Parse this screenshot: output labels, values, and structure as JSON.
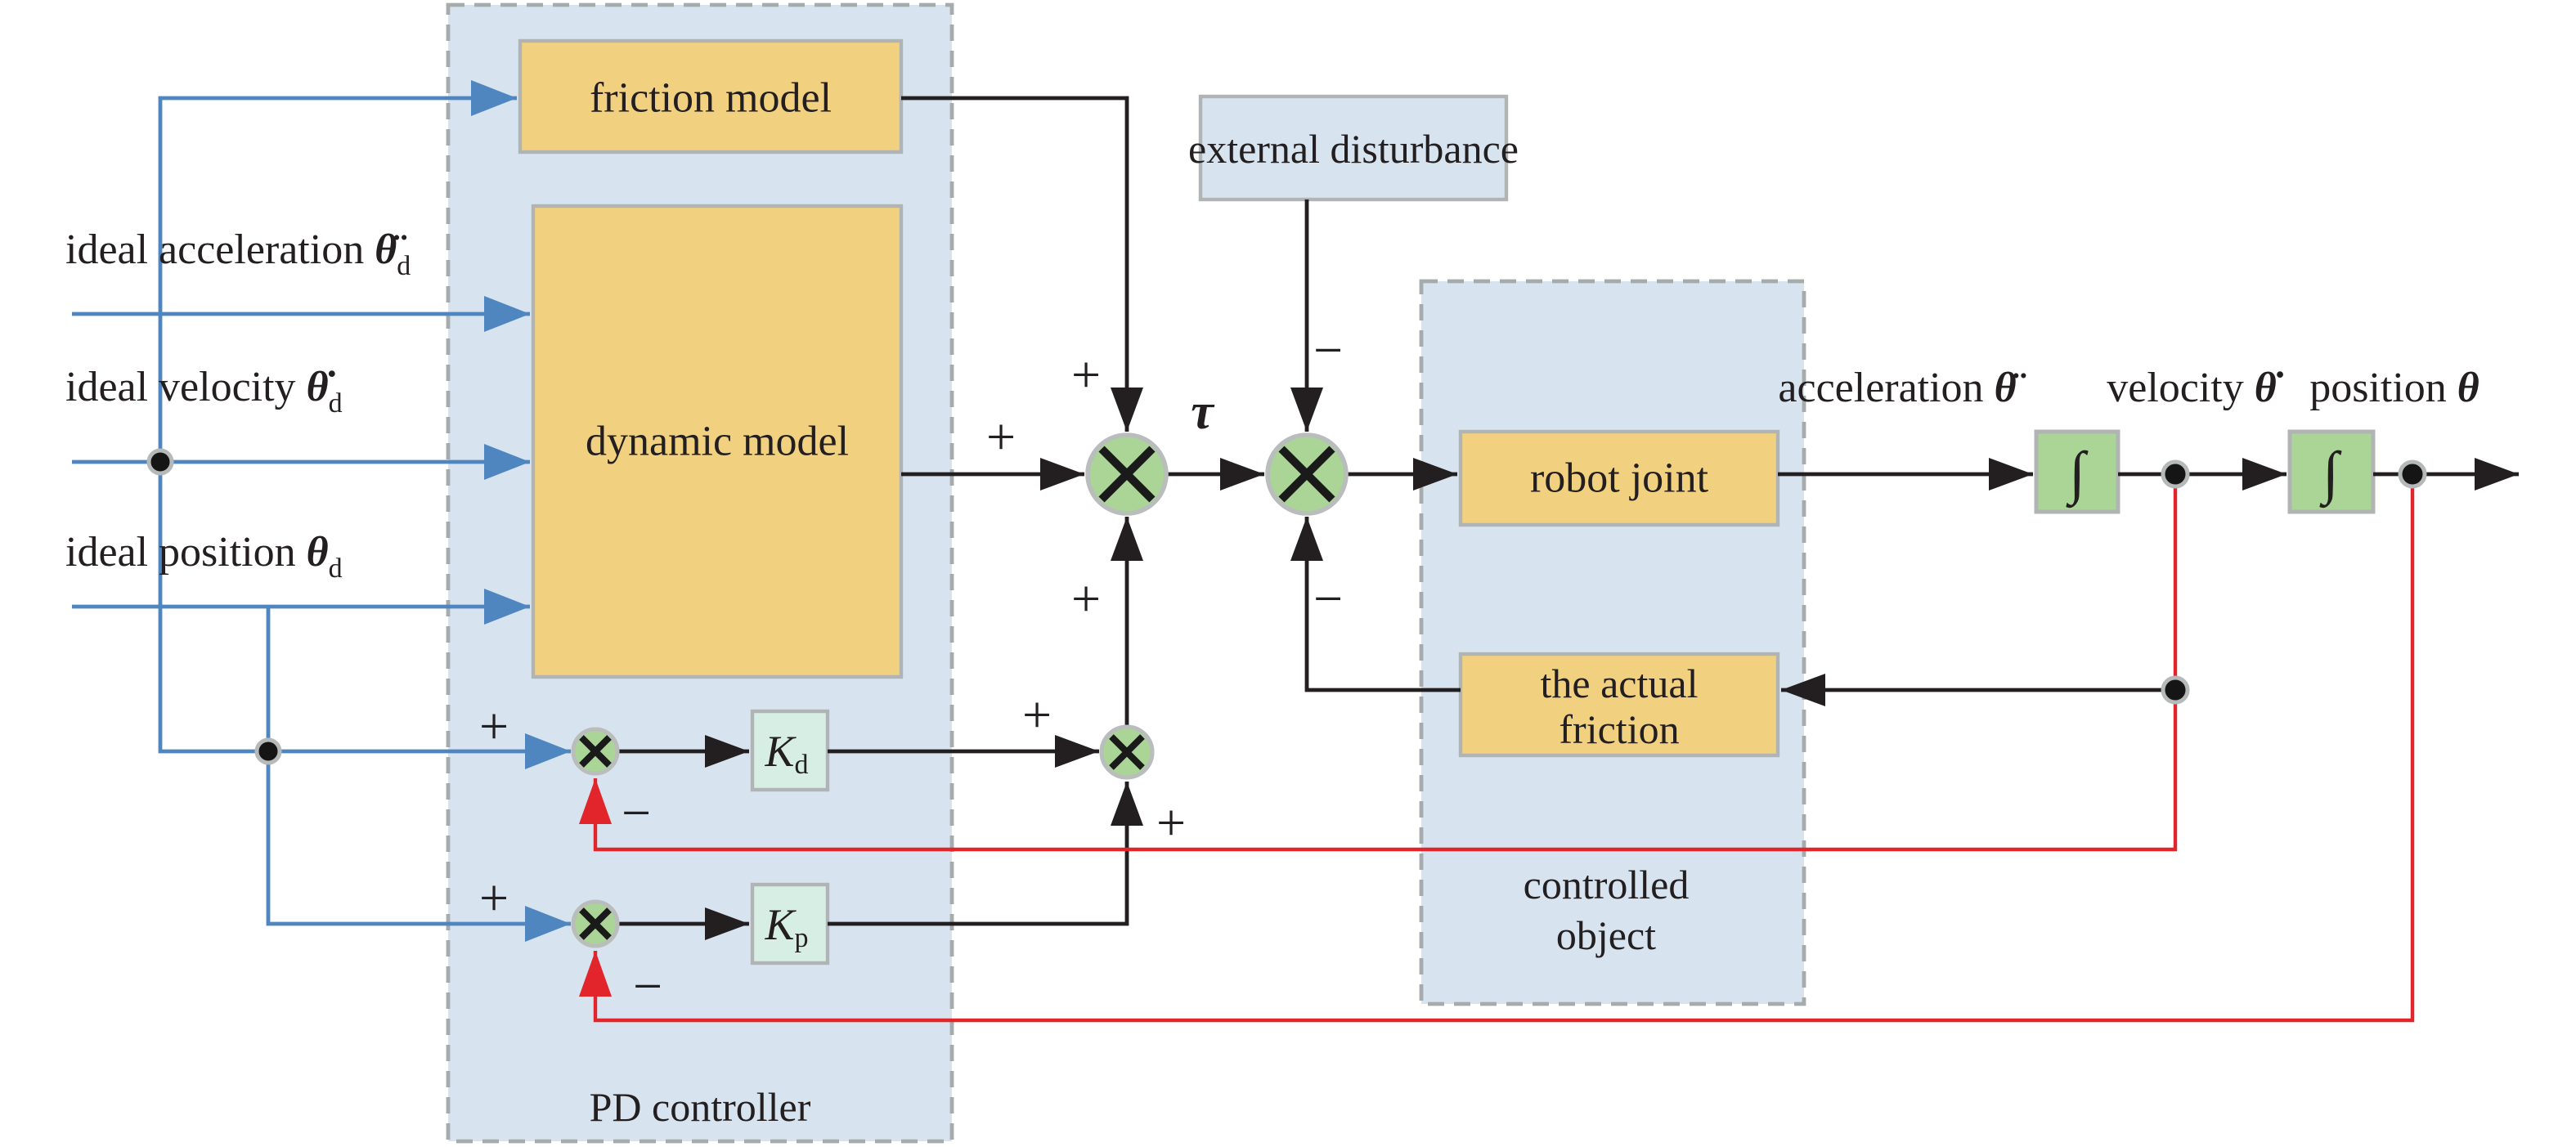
{
  "figure": {
    "title_hint": "PD controller with friction compensation block diagram",
    "torque_symbol": "τ",
    "integral_symbol": "∫",
    "plus": "+",
    "minus": "−"
  },
  "inputs": {
    "acceleration": {
      "text": "ideal acceleration ",
      "sym": "θ̈",
      "sub": "d"
    },
    "velocity": {
      "text": "ideal velocity ",
      "sym": "θ̇",
      "sub": "d"
    },
    "position": {
      "text": "ideal position ",
      "sym": "θ",
      "sub": "d"
    }
  },
  "outputs": {
    "acceleration": {
      "text": "acceleration ",
      "sym": "θ̈"
    },
    "velocity": {
      "text": "velocity ",
      "sym": "θ̇"
    },
    "position": {
      "text": "position ",
      "sym": "θ"
    }
  },
  "pd": {
    "panel_label": "PD controller",
    "friction_model": "friction model",
    "dynamic_model": "dynamic model",
    "kd": {
      "sym": "K",
      "sub": "d"
    },
    "kp": {
      "sym": "K",
      "sub": "p"
    }
  },
  "plant": {
    "panel_label_line1": "controlled",
    "panel_label_line2": "object",
    "robot_joint": "robot joint",
    "actual_friction_line1": "the actual",
    "actual_friction_line2": "friction"
  },
  "disturbance": {
    "label": "external disturbance"
  },
  "colors": {
    "panel_blue": "#d7e3ee",
    "box_orange": "#f1d180",
    "sum_green": "#abd596",
    "gain_mint": "#d7eee4",
    "line_blue": "#4f86c0",
    "line_red": "#e2242b",
    "line_black": "#231f20",
    "border_gray": "#b0b4b5"
  }
}
